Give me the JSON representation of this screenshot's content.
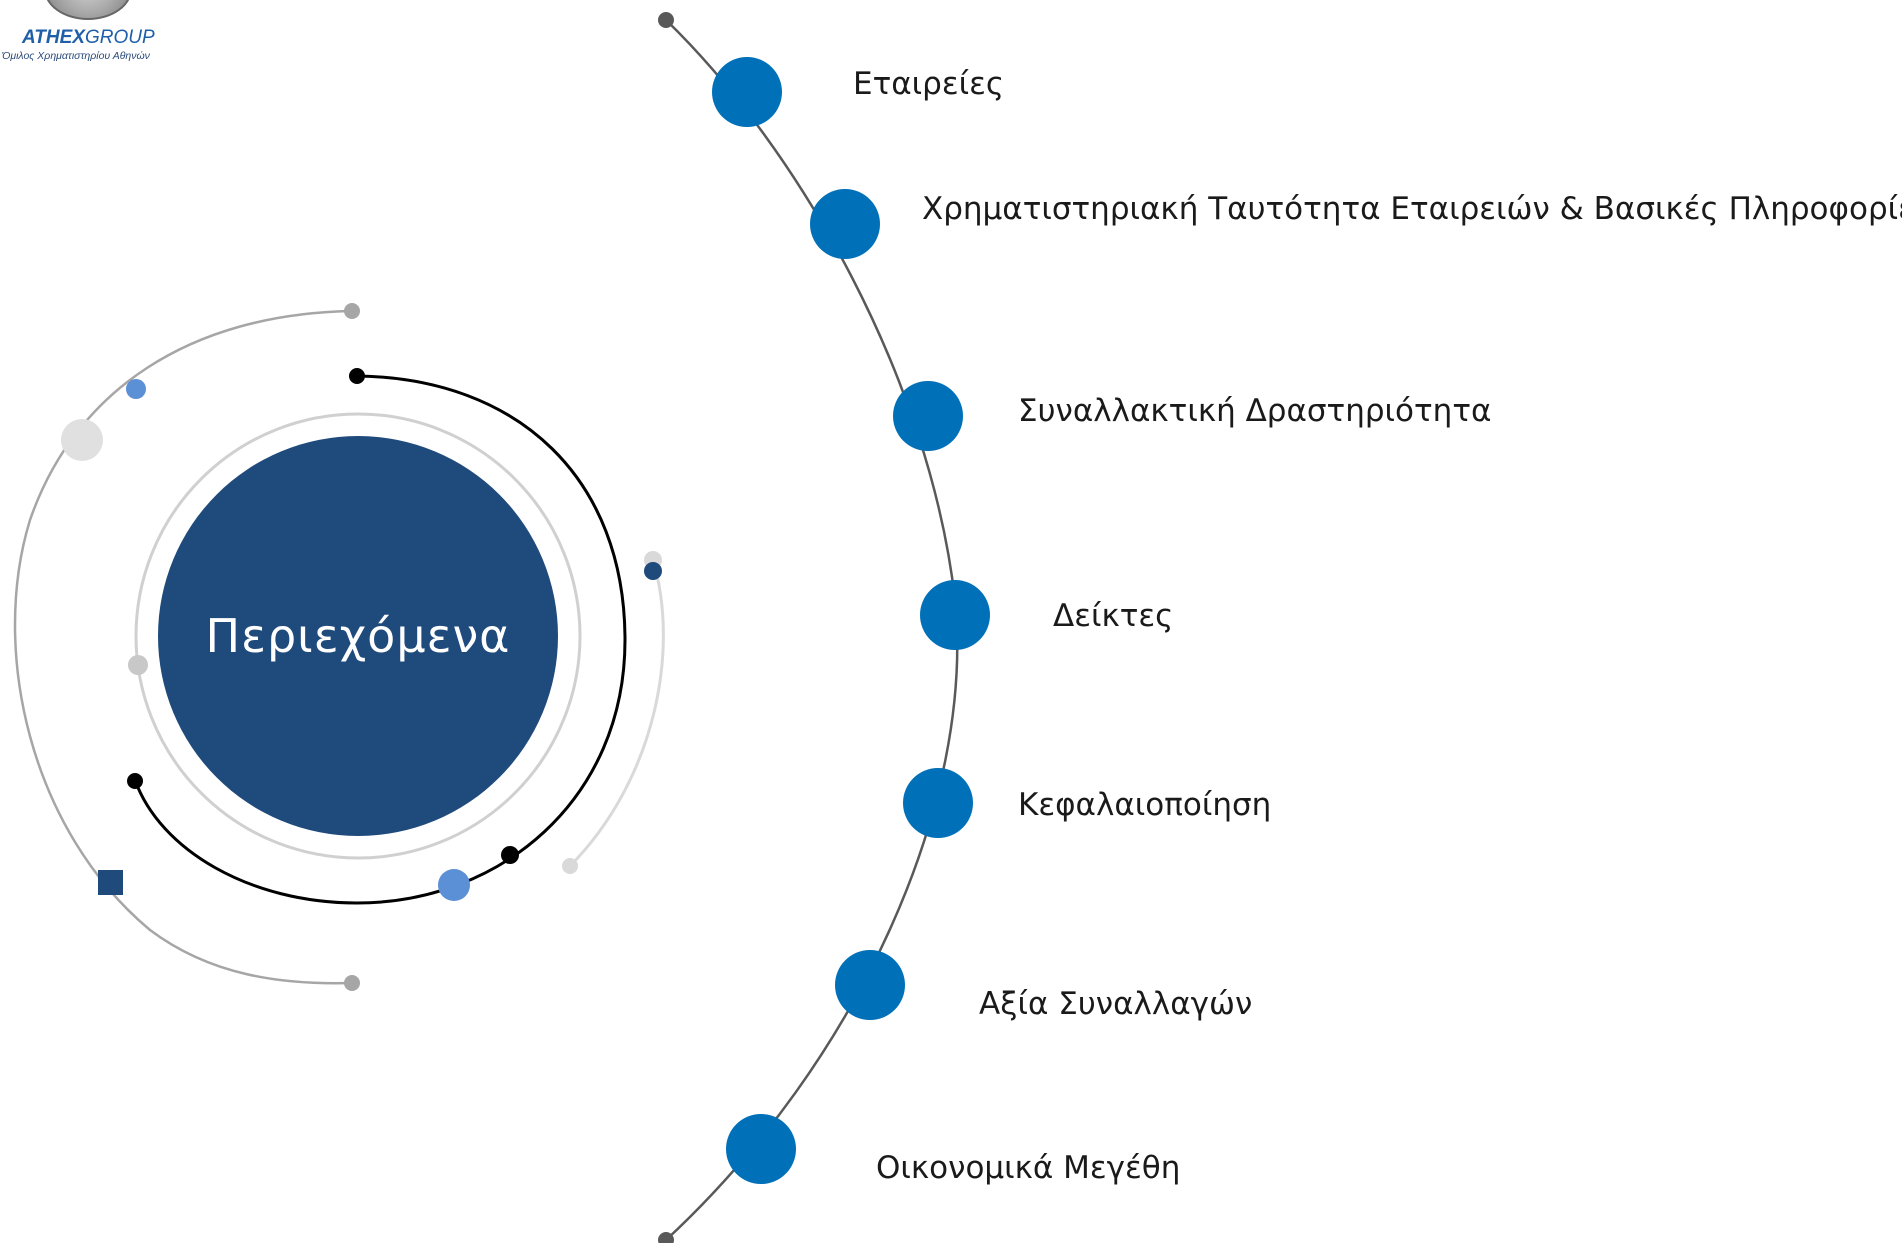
{
  "logo": {
    "brand_bold": "ATHEX",
    "brand_light": "GROUP",
    "subtitle": "Όμιλος Χρηματιστηρίου Αθηνών"
  },
  "title": "Περιεχόμενα",
  "menu": {
    "items": [
      {
        "label": "Εταιρείες"
      },
      {
        "label": "Χρηματιστηριακή Ταυτότητα Εταιρειών & Βασικές Πληροφορίες"
      },
      {
        "label": "Συναλλακτική Δραστηριότητα"
      },
      {
        "label": "Δείκτες"
      },
      {
        "label": "Κεφαλαιοποίηση"
      },
      {
        "label": "Αξία Συναλλαγών"
      },
      {
        "label": "Οικονομικά Μεγέθη"
      }
    ]
  },
  "colors": {
    "accent": "#0070b8",
    "center_circle": "#1f4a7c",
    "light_blue_dot": "#5b8fd6",
    "gray_arc": "#a6a6a6",
    "black_arc": "#000000",
    "light_gray_arc": "#d9d9d9"
  }
}
